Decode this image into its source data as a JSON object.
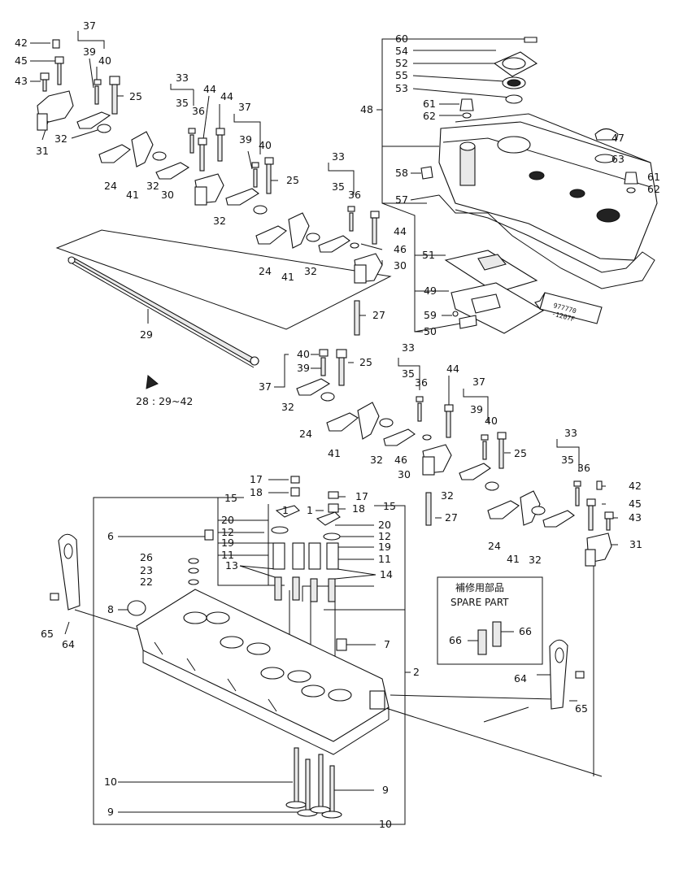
{
  "diagram": {
    "spare_part_box": {
      "title_ja": "補修用部品",
      "title_en": "SPARE PART"
    },
    "group_note": {
      "text": "28 : 29~42"
    },
    "sealant_tape": {
      "line1": "977770",
      "line2": "-1207F"
    },
    "callouts": {
      "c60": "60",
      "c54": "54",
      "c52": "52",
      "c55": "55",
      "c53": "53",
      "c48": "48",
      "c61a": "61",
      "c62a": "62",
      "c47": "47",
      "c63": "63",
      "c58": "58",
      "c61b": "61",
      "c62b": "62",
      "c57": "57",
      "c51": "51",
      "c49": "49",
      "c59": "59",
      "c50": "50",
      "c37a": "37",
      "c39a": "39",
      "c40a": "40",
      "c42a": "42",
      "c45a": "45",
      "c43a": "43",
      "c31a": "31",
      "c32a": "32",
      "c25a": "25",
      "c24a": "24",
      "c41a": "41",
      "c33a": "33",
      "c35a": "35",
      "c36a": "36",
      "c44a": "44",
      "c44b": "44",
      "c32b": "32",
      "c30a": "30",
      "c37b": "37",
      "c39b": "39",
      "c40b": "40",
      "c25b": "25",
      "c32c": "32",
      "c33b": "33",
      "c35b": "35",
      "c36b": "36",
      "c44c": "44",
      "c46a": "46",
      "c30b": "30",
      "c24b": "24",
      "c41b": "41",
      "c32d": "32",
      "c27a": "27",
      "c29": "29",
      "c40c": "40",
      "c25c": "25",
      "c39c": "39",
      "c37c": "37",
      "c32e": "32",
      "c24c": "24",
      "c41c": "41",
      "c33c": "33",
      "c35c": "35",
      "c36c": "36",
      "c44d": "44",
      "c32f": "32",
      "c46b": "46",
      "c30c": "30",
      "c37d": "37",
      "c39d": "39",
      "c40d": "40",
      "c25d": "25",
      "c32g": "32",
      "c27b": "27",
      "c33d": "33",
      "c35d": "35",
      "c36d": "36",
      "c42b": "42",
      "c45b": "45",
      "c43b": "43",
      "c24d": "24",
      "c41d": "41",
      "c32h": "32",
      "c31b": "31",
      "c17a": "17",
      "c18a": "18",
      "c15a": "15",
      "c1a": "1",
      "c20a": "20",
      "c12a": "12",
      "c19a": "19",
      "c11a": "11",
      "c13": "13",
      "c17b": "17",
      "c18b": "18",
      "c15b": "15",
      "c1b": "1",
      "c20b": "20",
      "c12b": "12",
      "c19b": "19",
      "c11b": "11",
      "c14": "14",
      "c6": "6",
      "c26": "26",
      "c23": "23",
      "c22": "22",
      "c8": "8",
      "c65a": "65",
      "c64a": "64",
      "c7": "7",
      "c2": "2",
      "c64b": "64",
      "c65b": "65",
      "c66a": "66",
      "c66b": "66",
      "c10a": "10",
      "c9a": "9",
      "c9b": "9",
      "c10b": "10"
    }
  }
}
